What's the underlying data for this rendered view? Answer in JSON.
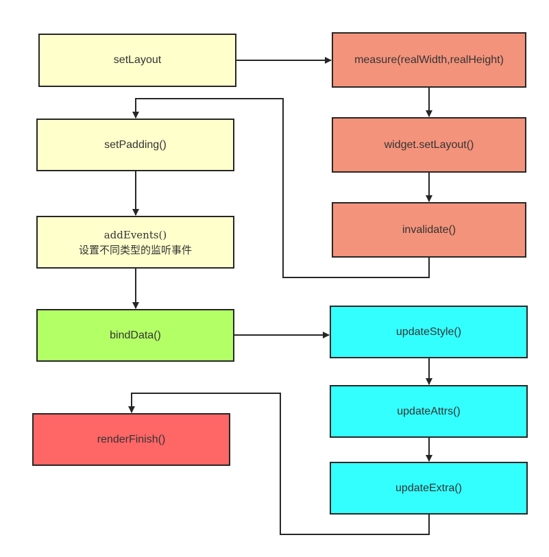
{
  "colors": {
    "setup": "#ffffcc",
    "measure": "#f4937b",
    "bind": "#b3ff66",
    "update": "#33ffff",
    "finish": "#ff6666",
    "line": "#262626"
  },
  "nodes": {
    "set_layout": "setLayout",
    "measure": "measure(realWidth,realHeight)",
    "set_padding": "setPadding()",
    "widget_set_layout": "widget.setLayout()",
    "add_events": "addEvents()",
    "add_events_desc": "设置不同类型的监听事件",
    "invalidate": "invalidate()",
    "bind_data": "bindData()",
    "update_style": "updateStyle()",
    "update_attrs": "updateAttrs()",
    "render_finish": "renderFinish()",
    "update_extra": "updateExtra()"
  }
}
